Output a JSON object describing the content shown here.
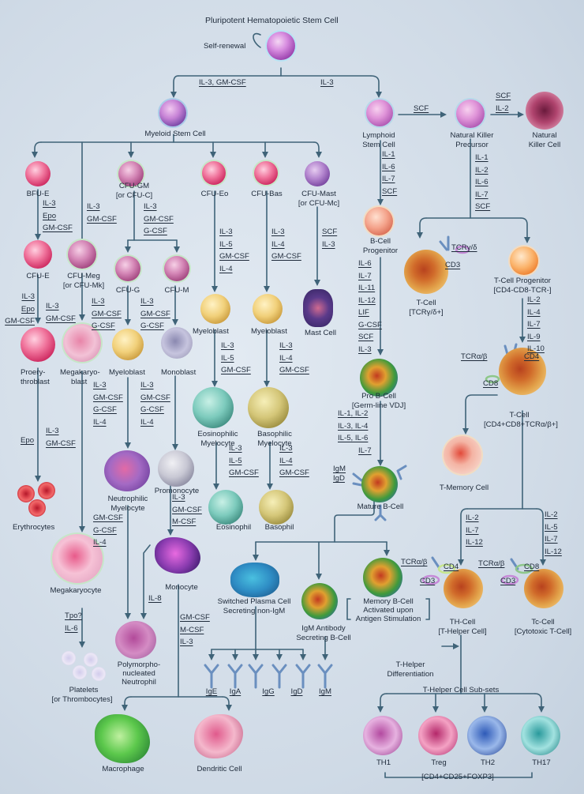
{
  "title": "Pluripotent Hematopoietic Stem Cell",
  "self_renewal": "Self-renewal",
  "branch_myeloid": "IL-3, GM-CSF",
  "branch_lymphoid": "IL-3",
  "myeloid_stem": "Myeloid Stem Cell",
  "lymphoid_stem": [
    "Lymphoid",
    "Stem Cell"
  ],
  "scf_lymph_nk": "SCF",
  "nk_precursor": [
    "Natural Killer",
    "Precursor"
  ],
  "nk_cell": [
    "Natural",
    "Killer Cell"
  ],
  "f_nk_cell": [
    "SCF",
    "IL-2"
  ],
  "bfue": "BFU-E",
  "cfugm": [
    "CFU-GM",
    "[or CFU-C]"
  ],
  "cfueo": "CFU-Eo",
  "cfubas": "CFU-Bas",
  "cfumast": [
    "CFU-Mast",
    "[or CFU-Mc]"
  ],
  "f_bfue": [
    "IL-3",
    "Epo",
    "GM-CSF"
  ],
  "f_meg": [
    "IL-3",
    "GM-CSF"
  ],
  "f_cfugm": [
    "IL-3",
    "GM-CSF",
    "G-CSF"
  ],
  "f_eo1": [
    "IL-3",
    "IL-5",
    "GM-CSF",
    "IL-4"
  ],
  "f_bas1": [
    "IL-3",
    "IL-4",
    "GM-CSF"
  ],
  "f_mast": [
    "SCF",
    "IL-3"
  ],
  "f_lymph": [
    "IL-1",
    "IL-6",
    "IL-7",
    "SCF"
  ],
  "f_nk": [
    "IL-1",
    "IL-2",
    "IL-6",
    "IL-7",
    "SCF"
  ],
  "cfue": "CFU-E",
  "cfumeg": [
    "CFU-Meg",
    "[or CFU-Mk]"
  ],
  "cfug": "CFU-G",
  "cfum": "CFU-M",
  "bcell_prog": [
    "B-Cell",
    "Progenitor"
  ],
  "tcr_gd": "TCRγ/δ",
  "cd3": "CD3",
  "tcell_gd": "T-Cell",
  "tcell_gd_sub": "[TCRγ/δ+]",
  "tcell_prog": "T-Cell Progenitor",
  "tcell_prog_sub": "[CD4-CD8-TCR-]",
  "f_cfue": [
    "IL-3",
    "Epo",
    "GM-CSF"
  ],
  "f_cfumeg": [
    "IL-3",
    "GM-CSF"
  ],
  "f_cfug": [
    "IL-3",
    "GM-CSF",
    "G-CSF"
  ],
  "f_cfum": [
    "IL-3",
    "GM-CSF",
    "G-CSF"
  ],
  "f_bprog": [
    "IL-6",
    "IL-7",
    "IL-11",
    "IL-12",
    "LIF",
    "G-CSF",
    "SCF",
    "IL-3"
  ],
  "f_tprog": [
    "IL-2",
    "IL-4",
    "IL-7",
    "IL-9",
    "IL-10"
  ],
  "myeloblast": "Myeloblast",
  "mast": "Mast Cell",
  "proery": [
    "Proery-",
    "throblast"
  ],
  "megakaryoblast": [
    "Megakaryo-",
    "blast"
  ],
  "monoblast": "Monoblast",
  "f_eo2": [
    "IL-3",
    "IL-5",
    "GM-CSF"
  ],
  "f_bas2": [
    "IL-3",
    "IL-4",
    "GM-CSF"
  ],
  "f_myelo": [
    "IL-3",
    "GM-CSF",
    "G-CSF",
    "IL-4"
  ],
  "f_mono": [
    "IL-3",
    "GM-CSF",
    "G-CSF",
    "IL-4"
  ],
  "f_epo": [
    "Epo"
  ],
  "f_mk2": [
    "IL-3",
    "GM-CSF"
  ],
  "pro_b": [
    "Pro B-Cell",
    "[Germ-line VDJ]"
  ],
  "tcr_ab": "TCRα/β",
  "cd4": "CD4",
  "cd8": "CD8",
  "tcell": "T-Cell",
  "tcell_sub": "[CD4+CD8+TCRα/β+]",
  "eos_myelo": [
    "Eosinophilic",
    "Myelocyte"
  ],
  "bas_myelo": [
    "Basophilic",
    "Myelocyte"
  ],
  "neut_myelo": [
    "Neutrophilic",
    "Myelocyte"
  ],
  "promonocyte": "Promonocyte",
  "f_proB": [
    "IL-1, IL-2",
    "IL-3, IL-4",
    "IL-5, IL-6",
    "IL-7"
  ],
  "f_eo3": [
    "IL-3",
    "IL-5",
    "GM-CSF"
  ],
  "f_bas3": [
    "IL-3",
    "IL-4",
    "GM-CSF"
  ],
  "f_neut": [
    "GM-CSF",
    "G-CSF",
    "IL-4"
  ],
  "f_promono": [
    "IL-3",
    "GM-CSF",
    "M-CSF"
  ],
  "igm": "IgM",
  "igd": "IgD",
  "mature_b": "Mature B-Cell",
  "erythrocytes": "Erythrocytes",
  "t_memory": "T-Memory Cell",
  "eosinophil": "Eosinophil",
  "basophil": "Basophil",
  "monocyte": "Monocyte",
  "megakaryocyte": "Megakaryocyte",
  "f_th": [
    "IL-2",
    "IL-7",
    "IL-12"
  ],
  "f_tc": [
    "IL-2",
    "IL-5",
    "IL-7",
    "IL-12"
  ],
  "plasma": [
    "Switched Plasma Cell",
    "Secreting non-IgM"
  ],
  "igm_secreting": [
    "IgM Antibody",
    "Secreting B-Cell"
  ],
  "memory_b": [
    "Memory B-Cell",
    "Activated upon",
    "Antigen Stimulation"
  ],
  "th_cell": "TH-Cell",
  "th_sub": "[T-Helper Cell]",
  "tc_cell": "Tc-Cell",
  "tc_sub": "[Cytotoxic T-Cell]",
  "f_il8": [
    "IL-8"
  ],
  "f_tpo": [
    "Tpo?",
    "IL-6"
  ],
  "f_mac": [
    "GM-CSF",
    "M-CSF",
    "IL-3"
  ],
  "polymorph": [
    "Polymorpho-",
    "nucleated",
    "Neutrophil"
  ],
  "platelets": [
    "Platelets",
    "[or Thrombocytes]"
  ],
  "antibodies": [
    "IgE",
    "IgA",
    "IgG",
    "IgD",
    "IgM"
  ],
  "th_diff": [
    "T-Helper",
    "Differentiation"
  ],
  "th_subsets": "T-Helper Cell Sub-sets",
  "subsets": [
    "TH1",
    "Treg",
    "TH2",
    "TH17"
  ],
  "subset_footer": "[CD4+CD25+FOXP3]",
  "macrophage": "Macrophage",
  "dendritic": "Dendritic Cell",
  "colors": {
    "line": "#3f6378",
    "accent": "#2e5a74"
  }
}
